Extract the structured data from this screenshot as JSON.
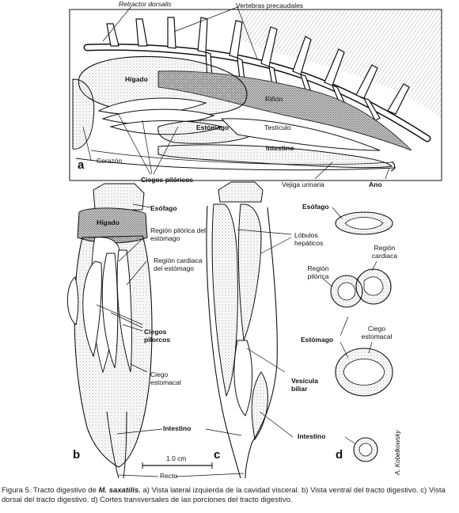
{
  "labels": {
    "retractor": "Retractor dorsalis",
    "vertebras": "Vertebras precaudales",
    "higado_a": "Hígado",
    "rinon": "Riñón",
    "estomago_a": "Estómago",
    "testiculo": "Testículo",
    "intestino_a": "Intestino",
    "corazon": "Corazón",
    "ciegos_a": "Ciegos pilóricos",
    "vejiga": "Vejiga urinaria",
    "ano": "Ano",
    "esofago_b": "Esófago",
    "higado_b": "Hígado",
    "region_pilorica_b": "Región pilórica del estómago",
    "region_cardiaca_b": "Región cardiaca del estómago",
    "ciegos_b": "Ciegos pilorcos",
    "ciego_estomacal_b": "Ciego estomacal",
    "intestino_b": "Intestino",
    "recto": "Recto",
    "lobulos": "Lóbulos hepáticos",
    "vesicula": "Vesícula biliar",
    "intestino_c": "Intestino",
    "esofago_d": "Esófago",
    "region_pilorica_d": "Región pilórica",
    "region_cardiaca_d": "Región cardiaca",
    "estomago_d": "Estómago",
    "ciego_estomacal_d": "Ciego estomacal"
  },
  "panels": {
    "a": "a",
    "b": "b",
    "c": "c",
    "d": "d"
  },
  "scale_bar": "1.0 cm",
  "signature": "A. Kobelkowsky",
  "caption": {
    "prefix": "Figura 5. Tracto digestivo de ",
    "species": "M. saxatilis.",
    "text": " a) Vista lateral izquierda de la cavidad visceral. b) Vista ventral del tracto digestivo. c) Vista dorsal del tracto digestivo. d) Cortes transversales de las porciones del tracto digestivo."
  },
  "colors": {
    "ink": "#111111",
    "stipple": "#888888",
    "paper": "#ffffff"
  }
}
